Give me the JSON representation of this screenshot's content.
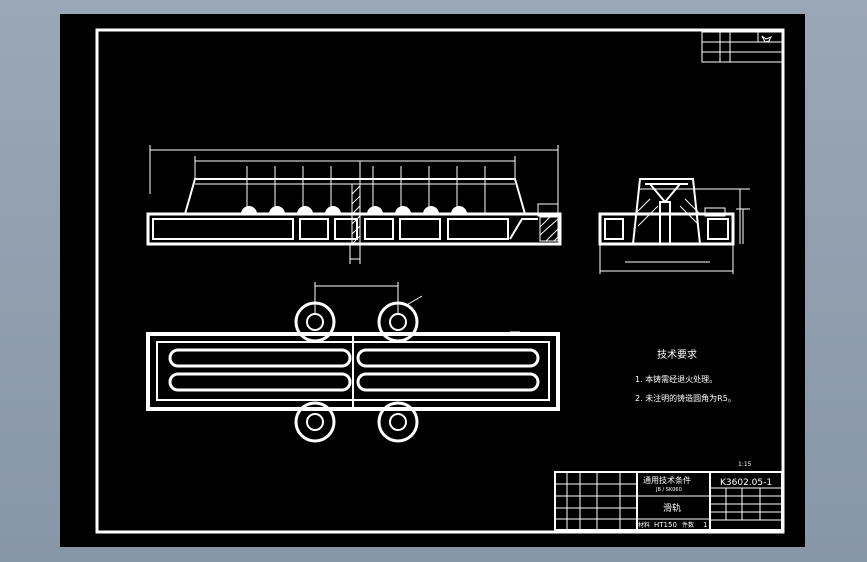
{
  "technical_requirements": {
    "heading": "技术要求",
    "item1": "1. 本铸需经退火处理。",
    "item2": "2. 未注明的铸造圆角为R5。"
  },
  "scale_note": "1:15",
  "title_block": {
    "standard_line1": "通用技术条件",
    "standard_line2": "JB / SK060",
    "part_name": "滑轨",
    "drawing_number": "K3602.05-1",
    "material_label": "材料",
    "material": "HT150",
    "quantity_label": "件数",
    "quantity": "1"
  }
}
